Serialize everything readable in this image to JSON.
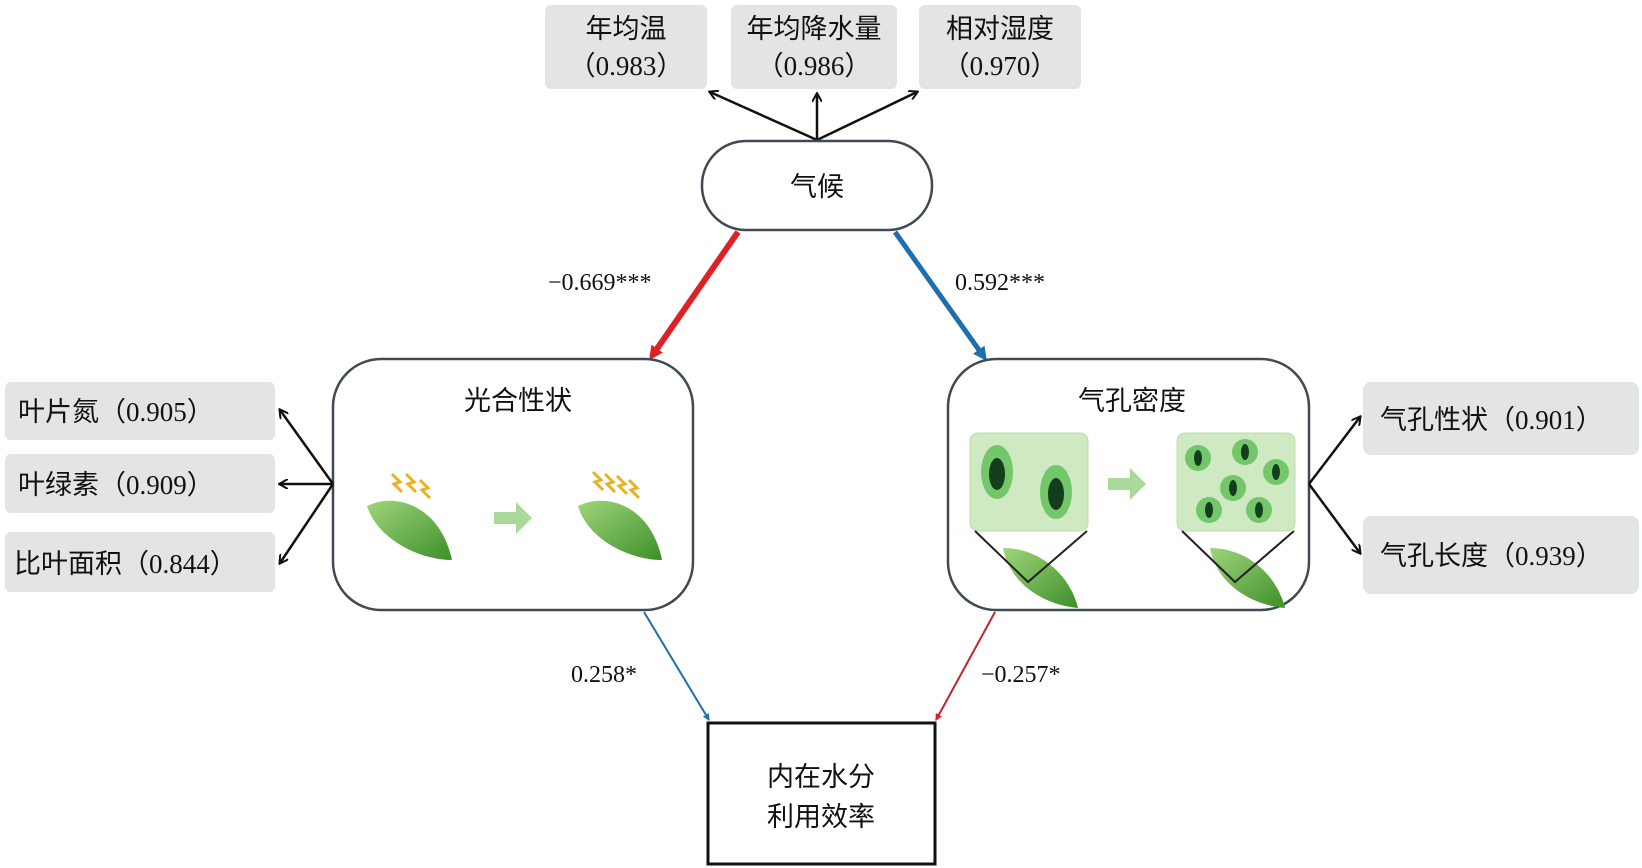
{
  "climate": {
    "label": "气候",
    "indicators": [
      {
        "name": "年均温",
        "loading": "（0.983）"
      },
      {
        "name": "年均降水量",
        "loading": "（0.986）"
      },
      {
        "name": "相对湿度",
        "loading": "（0.970）"
      }
    ]
  },
  "photosynthesis": {
    "label": "光合性状",
    "indicators": [
      {
        "text": "叶片氮（0.905）"
      },
      {
        "text": "叶绿素（0.909）"
      },
      {
        "text": "比叶面积（0.844）"
      }
    ]
  },
  "stomata": {
    "label": "气孔密度",
    "indicators": [
      {
        "text": "气孔性状（0.901）"
      },
      {
        "text": "气孔长度（0.939）"
      }
    ]
  },
  "outcome": {
    "line1": "内在水分",
    "line2": "利用效率"
  },
  "paths": {
    "climate_to_photo": "−0.669***",
    "climate_to_stomata": "0.592***",
    "photo_to_outcome": "0.258*",
    "stomata_to_outcome": "−0.257*"
  },
  "colors": {
    "negative": "#e02027",
    "positive": "#1f6fae",
    "indicator_bg": "#e3e4e6",
    "leaf": "#5aa83a"
  }
}
